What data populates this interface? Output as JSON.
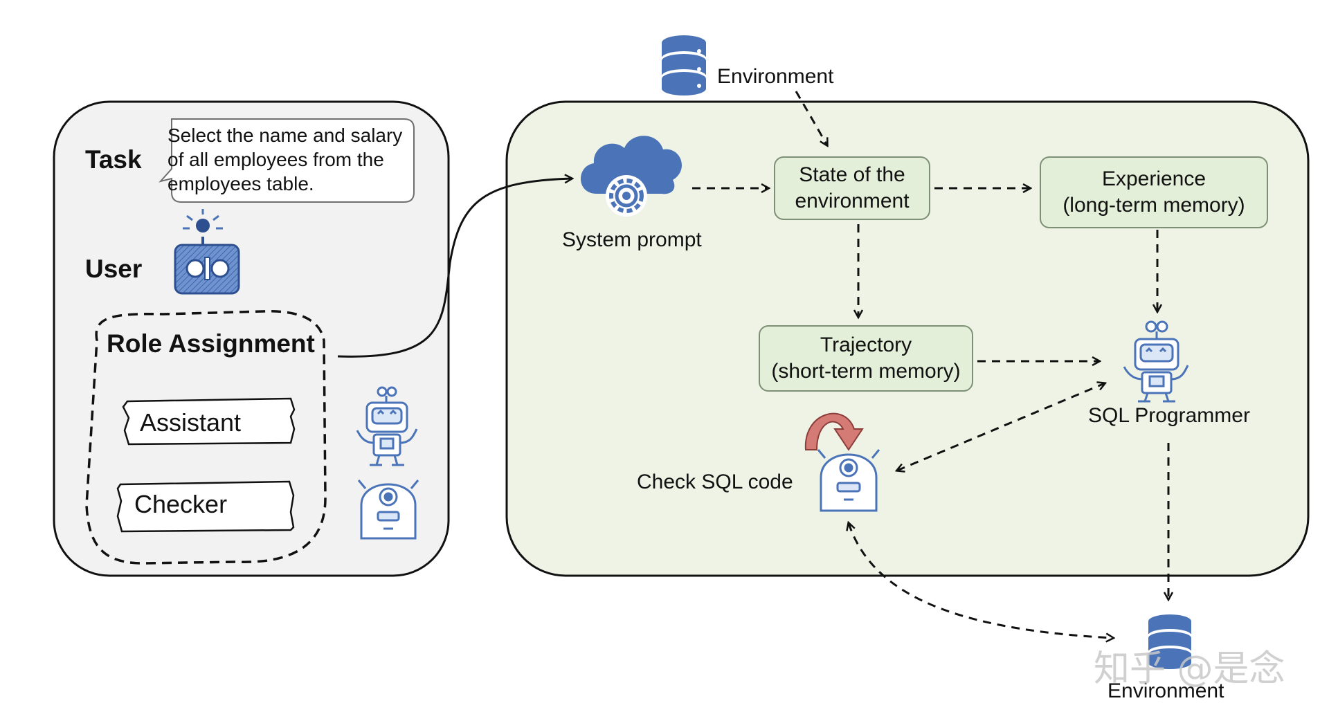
{
  "task": {
    "heading": "Task",
    "bubble_lines": [
      "Select the name and salary",
      "of all employees from the",
      "employees table."
    ]
  },
  "user": {
    "heading": "User"
  },
  "roles": {
    "heading": "Role Assignment",
    "assistant": "Assistant",
    "checker": "Checker"
  },
  "system_prompt": "System prompt",
  "environment_top": "Environment",
  "environment_bottom": "Environment",
  "state_box": [
    "State of the",
    "environment"
  ],
  "experience_box": [
    "Experience",
    "(long-term memory)"
  ],
  "trajectory_box": [
    "Trajectory",
    "(short-term memory)"
  ],
  "sql_programmer": "SQL Programmer",
  "check_sql": "Check SQL code",
  "watermark": "知乎 @是念",
  "colors": {
    "icon_blue": "#4a73b8",
    "box_green": "#e3efd8",
    "panel_gray": "#f2f2f2",
    "panel_green": "#eef3e6",
    "loop_red": "#d57b76"
  }
}
